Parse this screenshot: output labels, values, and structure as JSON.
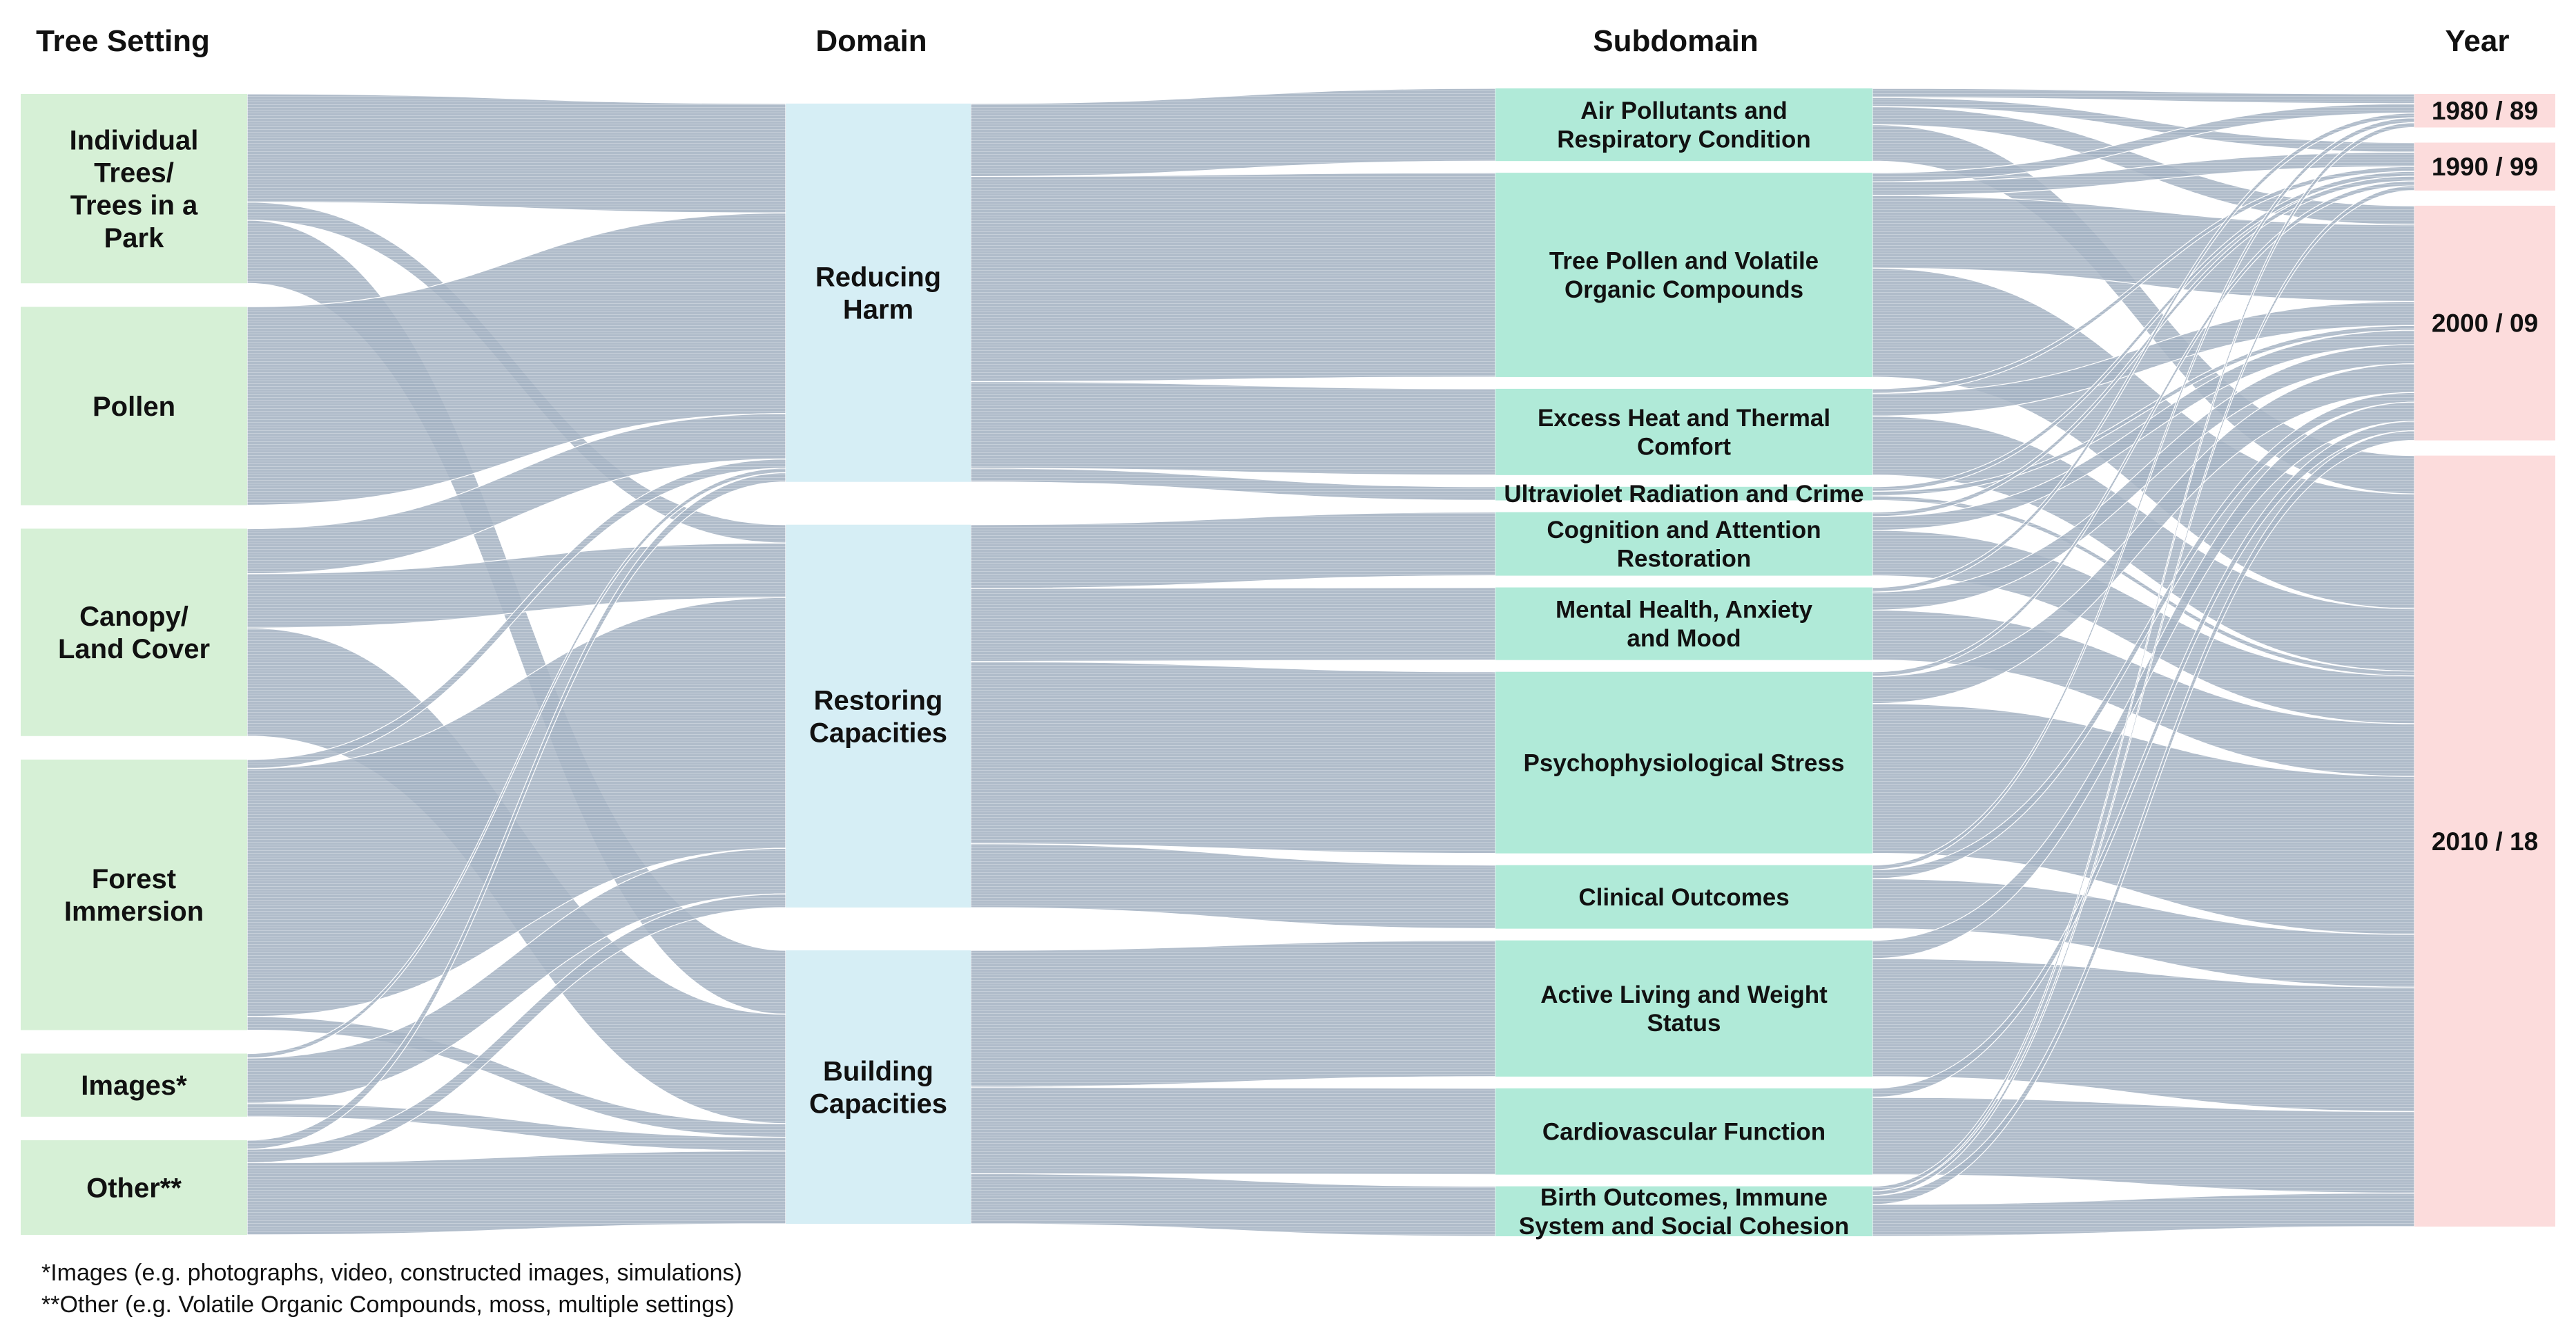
{
  "headers": {
    "tree_setting": "Tree Setting",
    "domain": "Domain",
    "subdomain": "Subdomain",
    "year": "Year"
  },
  "colors": {
    "tree_setting_node": "#d6f0d6",
    "domain_node": "#d6eef5",
    "subdomain_node": "#b0ead8",
    "year_node": "#fcdcdc",
    "flow": "#a7b6c6"
  },
  "tree_settings": [
    {
      "id": "individual",
      "lines": [
        "Individual",
        "Trees/",
        "Trees in a",
        "Park"
      ]
    },
    {
      "id": "pollen",
      "lines": [
        "Pollen"
      ]
    },
    {
      "id": "canopy",
      "lines": [
        "Canopy/",
        "Land Cover"
      ]
    },
    {
      "id": "forest",
      "lines": [
        "Forest",
        "Immersion"
      ]
    },
    {
      "id": "images",
      "lines": [
        "Images*"
      ]
    },
    {
      "id": "other",
      "lines": [
        "Other**"
      ]
    }
  ],
  "domains": [
    {
      "id": "reducing",
      "lines": [
        "Reducing",
        "Harm"
      ]
    },
    {
      "id": "restoring",
      "lines": [
        "Restoring",
        "Capacities"
      ]
    },
    {
      "id": "building",
      "lines": [
        "Building",
        "Capacities"
      ]
    }
  ],
  "subdomains": [
    {
      "id": "air",
      "lines": [
        "Air Pollutants and",
        "Respiratory Condition"
      ]
    },
    {
      "id": "pollenvoc",
      "lines": [
        "Tree Pollen and Volatile",
        "Organic Compounds"
      ]
    },
    {
      "id": "heat",
      "lines": [
        "Excess Heat and Thermal",
        "Comfort"
      ]
    },
    {
      "id": "uv",
      "lines": [
        "Ultraviolet Radiation and Crime"
      ]
    },
    {
      "id": "cognition",
      "lines": [
        "Cognition and Attention",
        "Restoration"
      ]
    },
    {
      "id": "mental",
      "lines": [
        "Mental Health, Anxiety",
        "and Mood"
      ]
    },
    {
      "id": "stress",
      "lines": [
        "Psychophysiological Stress"
      ]
    },
    {
      "id": "clinical",
      "lines": [
        "Clinical Outcomes"
      ]
    },
    {
      "id": "active",
      "lines": [
        "Active Living and Weight",
        "Status"
      ]
    },
    {
      "id": "cardio",
      "lines": [
        "Cardiovascular Function"
      ]
    },
    {
      "id": "birth",
      "lines": [
        "Birth Outcomes, Immune",
        "System and Social Cohesion"
      ]
    }
  ],
  "years": [
    {
      "id": "y1980",
      "lines": [
        "1980 / 89"
      ]
    },
    {
      "id": "y1990",
      "lines": [
        "1990 / 99"
      ]
    },
    {
      "id": "y2000",
      "lines": [
        "2000 / 09"
      ]
    },
    {
      "id": "y2010",
      "lines": [
        "2010 / 18"
      ]
    }
  ],
  "flows_tree_to_domain": [
    {
      "from": "individual",
      "to": "reducing",
      "value": 24
    },
    {
      "from": "individual",
      "to": "restoring",
      "value": 4
    },
    {
      "from": "individual",
      "to": "building",
      "value": 14
    },
    {
      "from": "pollen",
      "to": "reducing",
      "value": 44
    },
    {
      "from": "canopy",
      "to": "reducing",
      "value": 10
    },
    {
      "from": "canopy",
      "to": "restoring",
      "value": 12
    },
    {
      "from": "canopy",
      "to": "building",
      "value": 24
    },
    {
      "from": "forest",
      "to": "reducing",
      "value": 2
    },
    {
      "from": "forest",
      "to": "restoring",
      "value": 55
    },
    {
      "from": "forest",
      "to": "building",
      "value": 3
    },
    {
      "from": "images",
      "to": "reducing",
      "value": 1
    },
    {
      "from": "images",
      "to": "restoring",
      "value": 10
    },
    {
      "from": "images",
      "to": "building",
      "value": 3
    },
    {
      "from": "other",
      "to": "reducing",
      "value": 2
    },
    {
      "from": "other",
      "to": "restoring",
      "value": 3
    },
    {
      "from": "other",
      "to": "building",
      "value": 16
    }
  ],
  "flows_domain_to_subdomain": [
    {
      "from": "reducing",
      "to": "air",
      "value": 16
    },
    {
      "from": "reducing",
      "to": "pollenvoc",
      "value": 45
    },
    {
      "from": "reducing",
      "to": "heat",
      "value": 19
    },
    {
      "from": "reducing",
      "to": "uv",
      "value": 3
    },
    {
      "from": "restoring",
      "to": "cognition",
      "value": 14
    },
    {
      "from": "restoring",
      "to": "mental",
      "value": 16
    },
    {
      "from": "restoring",
      "to": "stress",
      "value": 40
    },
    {
      "from": "restoring",
      "to": "clinical",
      "value": 14
    },
    {
      "from": "building",
      "to": "active",
      "value": 30
    },
    {
      "from": "building",
      "to": "cardio",
      "value": 19
    },
    {
      "from": "building",
      "to": "birth",
      "value": 11
    }
  ],
  "flows_subdomain_to_year": [
    {
      "from": "air",
      "to": "y1980",
      "value": 2
    },
    {
      "from": "air",
      "to": "y1990",
      "value": 2
    },
    {
      "from": "air",
      "to": "y2000",
      "value": 4
    },
    {
      "from": "air",
      "to": "y2010",
      "value": 8
    },
    {
      "from": "pollenvoc",
      "to": "y1980",
      "value": 2
    },
    {
      "from": "pollenvoc",
      "to": "y1990",
      "value": 3
    },
    {
      "from": "pollenvoc",
      "to": "y2000",
      "value": 16
    },
    {
      "from": "pollenvoc",
      "to": "y2010",
      "value": 24
    },
    {
      "from": "heat",
      "to": "y1990",
      "value": 1
    },
    {
      "from": "heat",
      "to": "y2000",
      "value": 5
    },
    {
      "from": "heat",
      "to": "y2010",
      "value": 13
    },
    {
      "from": "uv",
      "to": "y1990",
      "value": 1
    },
    {
      "from": "uv",
      "to": "y2000",
      "value": 1
    },
    {
      "from": "uv",
      "to": "y2010",
      "value": 1
    },
    {
      "from": "cognition",
      "to": "y1990",
      "value": 1
    },
    {
      "from": "cognition",
      "to": "y2000",
      "value": 3
    },
    {
      "from": "cognition",
      "to": "y2010",
      "value": 10
    },
    {
      "from": "mental",
      "to": "y1980",
      "value": 1
    },
    {
      "from": "mental",
      "to": "y2000",
      "value": 4
    },
    {
      "from": "mental",
      "to": "y2010",
      "value": 11
    },
    {
      "from": "stress",
      "to": "y1990",
      "value": 1
    },
    {
      "from": "stress",
      "to": "y2000",
      "value": 6
    },
    {
      "from": "stress",
      "to": "y2010",
      "value": 33
    },
    {
      "from": "clinical",
      "to": "y1980",
      "value": 1
    },
    {
      "from": "clinical",
      "to": "y2000",
      "value": 2
    },
    {
      "from": "clinical",
      "to": "y2010",
      "value": 11
    },
    {
      "from": "active",
      "to": "y2000",
      "value": 4
    },
    {
      "from": "active",
      "to": "y2010",
      "value": 26
    },
    {
      "from": "cardio",
      "to": "y2000",
      "value": 2
    },
    {
      "from": "cardio",
      "to": "y2010",
      "value": 17
    },
    {
      "from": "birth",
      "to": "y1980",
      "value": 1
    },
    {
      "from": "birth",
      "to": "y1990",
      "value": 1
    },
    {
      "from": "birth",
      "to": "y2000",
      "value": 2
    },
    {
      "from": "birth",
      "to": "y2010",
      "value": 7
    }
  ],
  "footnotes": [
    "*Images (e.g. photographs, video, constructed images, simulations)",
    "**Other (e.g. Volatile Organic Compounds, moss, multiple settings)"
  ]
}
